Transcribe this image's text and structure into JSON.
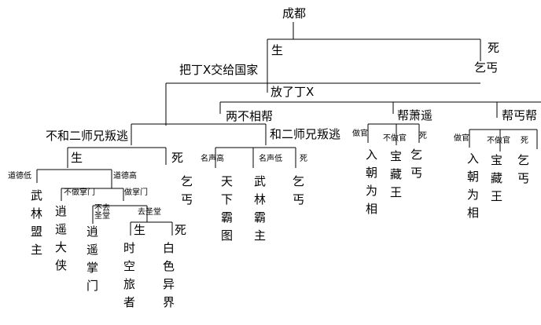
{
  "root": "成都",
  "top": {
    "live": "生",
    "die": "死",
    "die_outcome": "乞丐"
  },
  "choice": {
    "hand_over": "把丁X交给国家",
    "release": "放了丁X"
  },
  "branches": {
    "neither": "两不相帮",
    "help_xiao": "帮萧遥",
    "help_beggar": "帮丐帮"
  },
  "neither_sub": {
    "flee_no_peace": "不和二师兄叛逃",
    "flee_peace": "和二师兄叛逃",
    "no_peace": {
      "live": "生",
      "die": "死",
      "die_outcome": "乞丐",
      "low_morality": "道德低",
      "high_morality": "道德高",
      "low_outcome": "武林盟主",
      "not_head": "不做掌门",
      "be_head": "做掌门",
      "not_head_outcome": "逍遥大侠",
      "not_go": "不去圣堂",
      "go": "去圣堂",
      "not_go_outcome": "逍遥掌门",
      "go_live": "生",
      "go_die": "死",
      "go_live_outcome": "时空旅者",
      "go_die_outcome": "白色异界"
    },
    "peace": {
      "fame_high": "名声高",
      "fame_low": "名声低",
      "die": "死",
      "fame_high_outcome": "天下霸图",
      "fame_low_outcome": "武林霸主",
      "die_outcome": "乞丐"
    }
  },
  "xiao": {
    "official": "做官",
    "not_official": "不做官",
    "die": "死",
    "official_outcome": "入朝为相",
    "not_official_outcome": "宝藏王",
    "die_outcome": "乞丐"
  },
  "beggar": {
    "official": "做官",
    "not_official": "不做官",
    "die": "死",
    "official_outcome": "入朝为相",
    "not_official_outcome": "宝藏王",
    "die_outcome": "乞丐"
  }
}
